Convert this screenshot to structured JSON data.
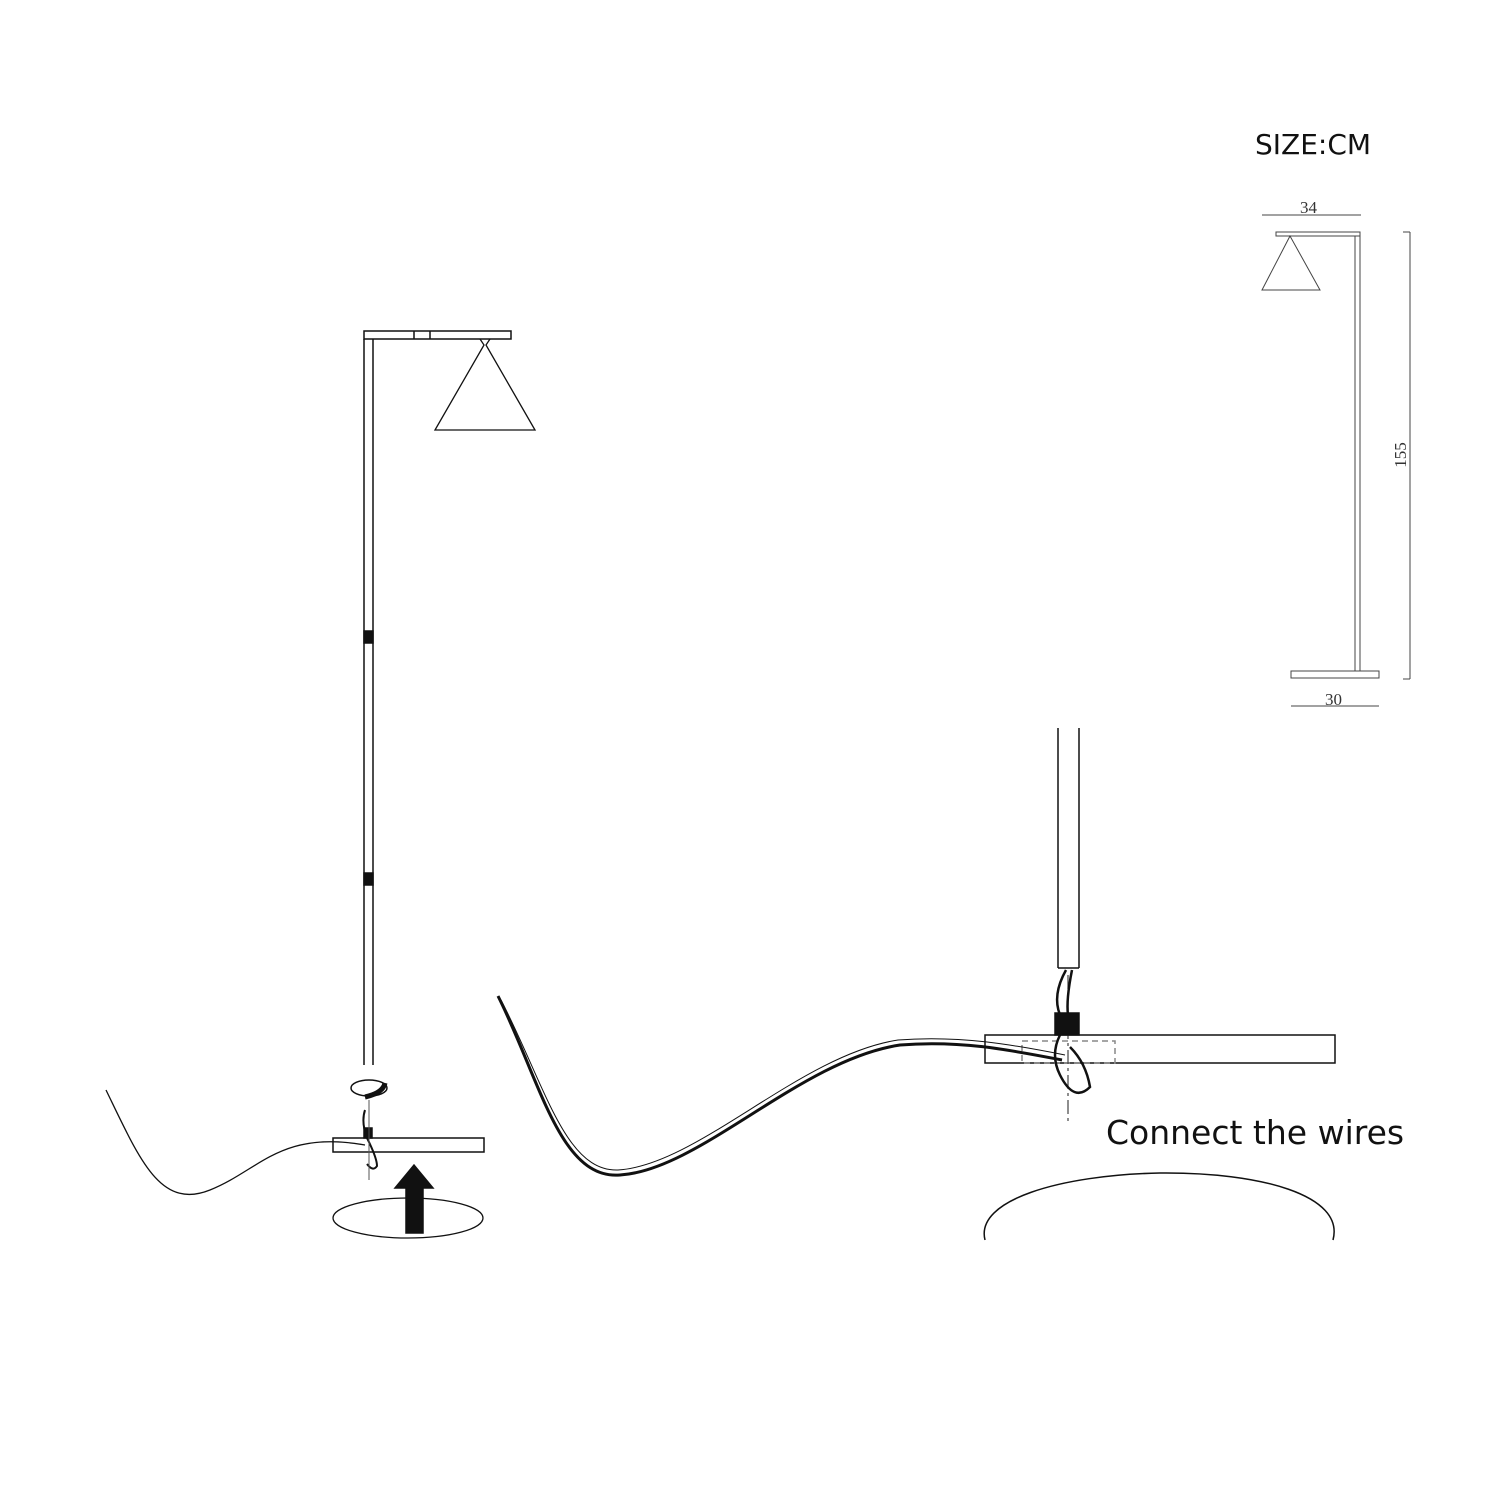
{
  "size_label": "SIZE:CM",
  "dimensions": {
    "top_width": "34",
    "height": "155",
    "base_width": "30"
  },
  "instruction": "Connect the wires",
  "colors": {
    "line": "#111111",
    "light_line": "#666666"
  }
}
